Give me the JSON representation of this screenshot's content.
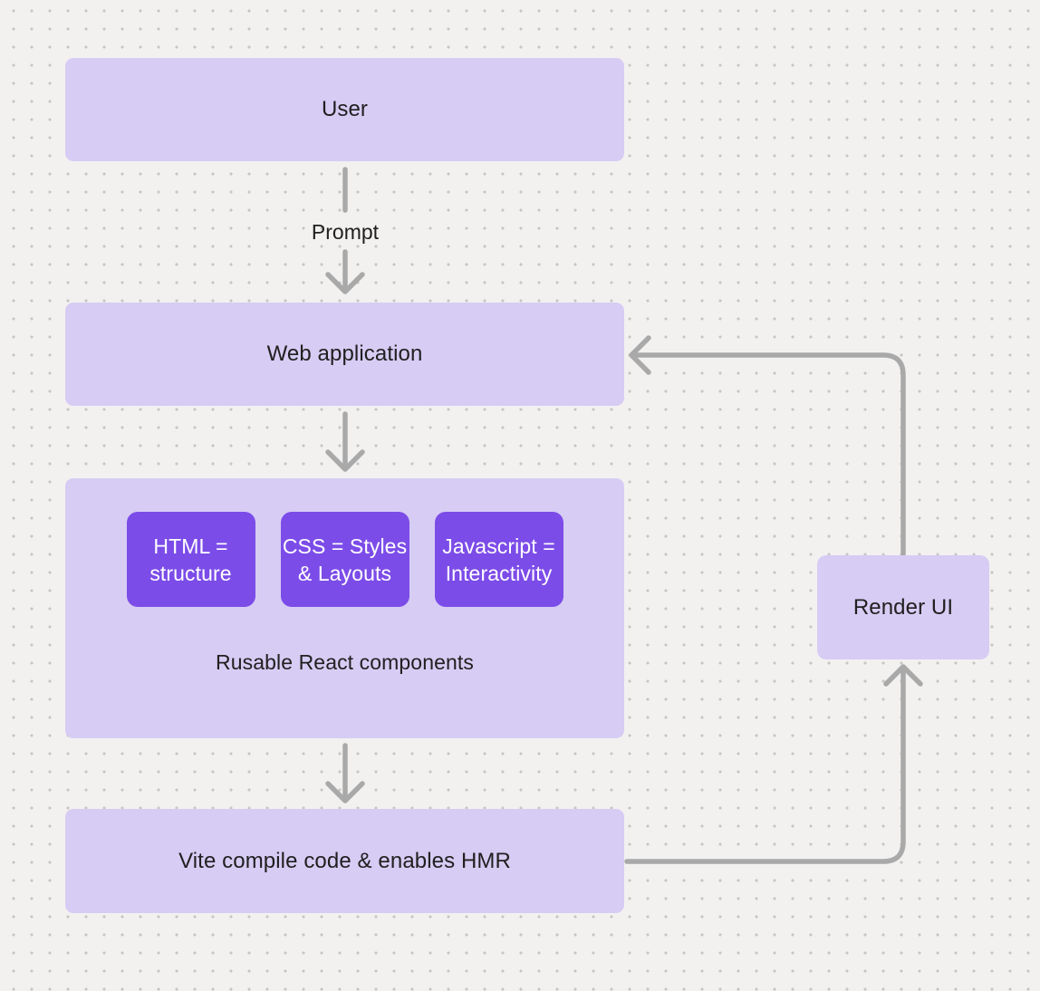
{
  "colors": {
    "bg": "#f2f1f0",
    "dot": "#c8c6c4",
    "box_light": "#d7ccf4",
    "box_dark": "#7c4ce8",
    "arrow": "#a9a9a9",
    "ink": "#202020",
    "ink_light": "#ffffff"
  },
  "nodes": {
    "user": {
      "label": "User"
    },
    "web_application": {
      "label": "Web application"
    },
    "components_group": {
      "caption": "Rusable React components",
      "children": [
        {
          "label": "HTML = structure",
          "line1": "HTML =",
          "line2": "structure"
        },
        {
          "label": "CSS = Styles & Layouts",
          "line1": "CSS = Styles",
          "line2": "& Layouts"
        },
        {
          "label": "Javascript = Interactivity",
          "line1": "Javascript =",
          "line2": "Interactivity"
        }
      ]
    },
    "vite": {
      "label": "Vite compile code & enables HMR"
    },
    "render_ui": {
      "label": "Render UI"
    }
  },
  "edges": {
    "prompt_label": "Prompt"
  }
}
